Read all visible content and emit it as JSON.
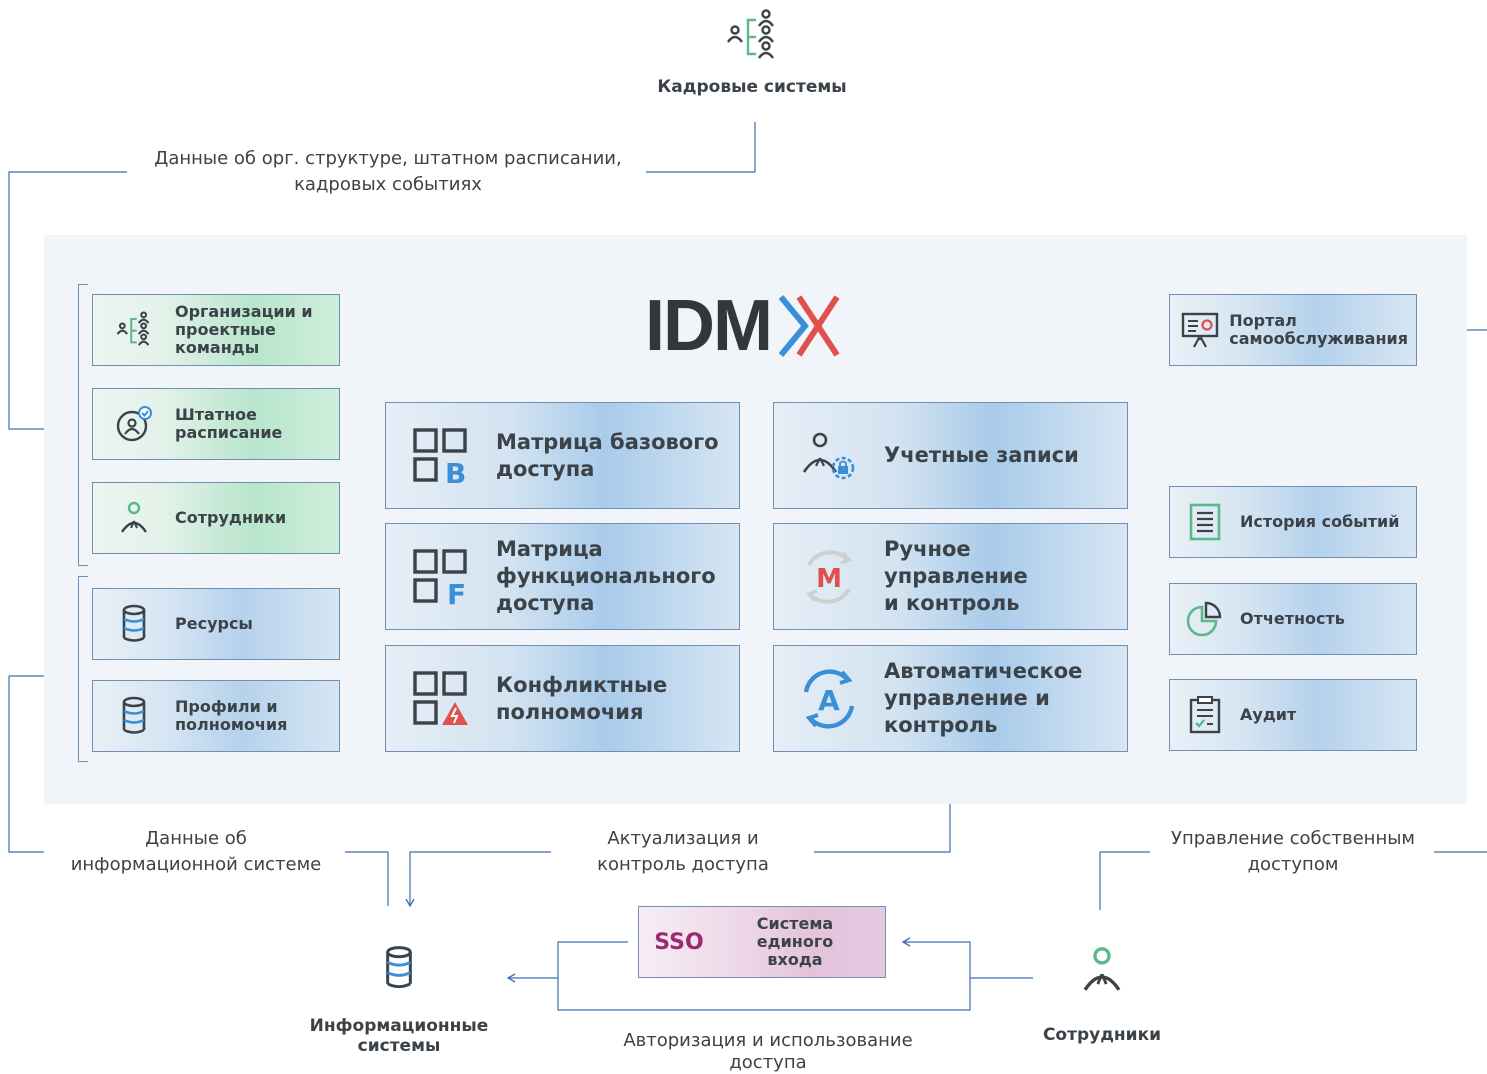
{
  "hr_systems": {
    "label": "Кадровые системы"
  },
  "labels": {
    "org_data": "Данные об орг. структуре, штатном расписании,\nкадровых событиях",
    "is_data": "Данные об\nинформационной системе",
    "actualize": "Актуализация и\nконтроль доступа",
    "self_service": "Управление собственным\nдоступом",
    "authorization": "Авторизация и использование\nдоступа"
  },
  "logo": {
    "text": "IDM",
    "mark": "X"
  },
  "left_cards": [
    {
      "label": "Организации и\nпроектные\nкоманды",
      "icon": "org-teams-icon"
    },
    {
      "label": "Штатное\nрасписание",
      "icon": "staff-schedule-icon"
    },
    {
      "label": "Сотрудники",
      "icon": "employee-icon"
    },
    {
      "label": "Ресурсы",
      "icon": "database-icon"
    },
    {
      "label": "Профили и\nполномочия",
      "icon": "database-icon"
    }
  ],
  "center_cards": [
    {
      "label": "Матрица базового\nдоступа",
      "icon": "matrix-b-icon",
      "letter": "B"
    },
    {
      "label": "Матрица\nфункционального\nдоступа",
      "icon": "matrix-f-icon",
      "letter": "F"
    },
    {
      "label": "Конфликтные\nполномочия",
      "icon": "matrix-conflict-icon"
    },
    {
      "label": "Учетные записи",
      "icon": "user-lock-icon"
    },
    {
      "label": "Ручное управление\nи контроль",
      "icon": "manual-cycle-icon",
      "letter": "M"
    },
    {
      "label": "Автоматическое\nуправление и\nконтроль",
      "icon": "auto-cycle-icon",
      "letter": "A"
    }
  ],
  "right_cards": [
    {
      "label": "Портал\nсамообслуживания",
      "icon": "presentation-icon"
    },
    {
      "label": "История событий",
      "icon": "document-list-icon"
    },
    {
      "label": "Отчетность",
      "icon": "pie-chart-icon"
    },
    {
      "label": "Аудит",
      "icon": "checklist-icon"
    }
  ],
  "sso": {
    "badge": "SSO",
    "label": "Система единого\nвхода"
  },
  "info_systems": {
    "label": "Информационные\nсистемы"
  },
  "employees": {
    "label": "Сотрудники"
  },
  "colors": {
    "border": "#6f90b4",
    "line": "#3e6fb0",
    "green": "#5db88a",
    "blue": "#3a8fd6",
    "red": "#e0514e",
    "sso": "#9b2a6e"
  }
}
